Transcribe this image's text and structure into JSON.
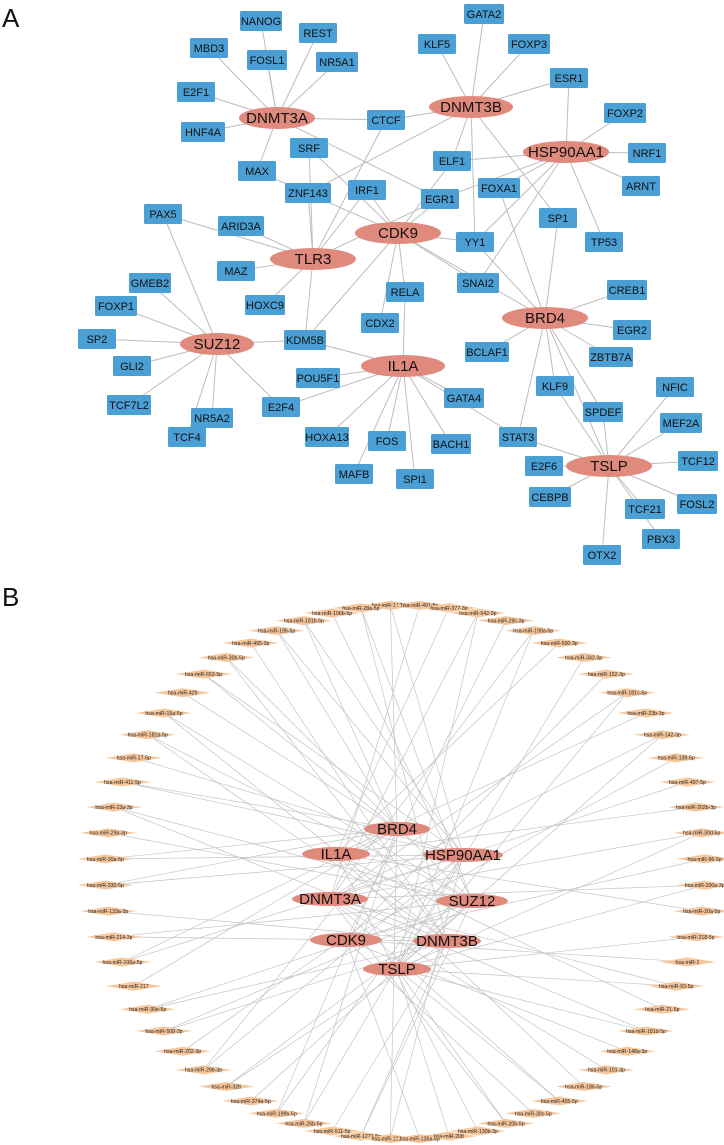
{
  "panels": [
    {
      "label": "A"
    },
    {
      "label": "B"
    }
  ],
  "colors": {
    "hub": "#e08a7d",
    "tf": "#4a9fd4",
    "mirna": "#f7c79b",
    "edge": "#bdbdbd"
  },
  "networkA": {
    "hubs": [
      "DNMT3A",
      "DNMT3B",
      "HSP90AA1",
      "CDK9",
      "TLR3",
      "BRD4",
      "SUZ12",
      "IL1A",
      "TSLP"
    ],
    "tfs": [
      "NANOG",
      "GATA2",
      "REST",
      "MBD3",
      "FOSL1",
      "NR5A1",
      "KLF5",
      "FOXP3",
      "E2F1",
      "ESR1",
      "HNF4A",
      "CTCF",
      "FOXP2",
      "NRF1",
      "SRF",
      "MAX",
      "ELF1",
      "ARNT",
      "ZNF143",
      "EGR1",
      "FOXA1",
      "IRF1",
      "PAX5",
      "ARID3A",
      "YY1",
      "SP1",
      "TP53",
      "MAZ",
      "SNAI2",
      "GMEB2",
      "RELA",
      "CREB1",
      "HOXC9",
      "FOXP1",
      "CDX2",
      "EGR2",
      "KDM5B",
      "SP2",
      "ZBTB7A",
      "BCLAF1",
      "GLI2",
      "POU5F1",
      "NFIC",
      "KLF9",
      "TCF7L2",
      "E2F4",
      "GATA4",
      "MEF2A",
      "SPDEF",
      "NR5A2",
      "TCF4",
      "HOXA13",
      "FOS",
      "BACH1",
      "STAT3",
      "TCF12",
      "MAFB",
      "SPI1",
      "E2F6",
      "FOSL2",
      "TCF21",
      "CEBPB",
      "PBX3",
      "OTX2"
    ]
  },
  "networkB": {
    "hubs": [
      "BRD4",
      "IL1A",
      "HSP90AA1",
      "DNMT3A",
      "SUZ12",
      "CDK9",
      "DNMT3B",
      "TSLP"
    ],
    "mirnas": [
      "hsa-miR-144-3p",
      "hsa-miR-491-5p",
      "hsa-miR-28a-5p",
      "hsa-miR-377-3p",
      "hsa-miR-106b-5p",
      "hsa-miR-542-3p",
      "hsa-miR-181b-5p",
      "hsa-miR-29c-3p",
      "hsa-miR-195-5p",
      "hsa-miR-199a-5p",
      "hsa-miR-495-3p",
      "hsa-miR-590-3p",
      "hsa-miR-30b-5p",
      "hsa-miR-342-3p",
      "hsa-miR-653-5p",
      "hsa-miR-152-3p",
      "hsa-miR-429",
      "hsa-miR-181c-5p",
      "hsa-miR-15a-5p",
      "hsa-miR-23b-3p",
      "hsa-miR-181a-5p",
      "hsa-miR-142-3p",
      "hsa-miR-17-5p",
      "hsa-miR-139-5p",
      "hsa-miR-411-5p",
      "hsa-miR-497-5p",
      "hsa-miR-23a-3p",
      "hsa-miR-302b-3p",
      "hsa-miR-29a-3p",
      "hsa-miR-30d-5p",
      "hsa-miR-30a-5p",
      "hsa-miR-96-5p",
      "hsa-miR-330-5p",
      "hsa-miR-200a-3p",
      "hsa-miR-133a-3p",
      "hsa-miR-20a-5p",
      "hsa-miR-214-3p",
      "hsa-miR-218-5p",
      "hsa-miR-106a-5p",
      "hsa-miR-1",
      "hsa-miR-217",
      "hsa-miR-93-5p",
      "hsa-miR-30e-5p",
      "hsa-miR-21-5p",
      "hsa-miR-508-3p",
      "hsa-miR-181d-5p",
      "hsa-miR-202-3p",
      "hsa-miR-148a-3p",
      "hsa-miR-29b-3p",
      "hsa-miR-101-3p",
      "hsa-miR-326",
      "hsa-miR-186-5p",
      "hsa-miR-374a-5p",
      "hsa-miR-455-5p",
      "hsa-miR-199b-5p",
      "hsa-miR-30c-5p",
      "hsa-miR-26b-5p",
      "hsa-miR-20b-5p",
      "hsa-miR-511-5p",
      "hsa-miR-130b-3p",
      "hsa-miR-1271-5p",
      "hsa-miR-208",
      "hsa-miR-19b-3p",
      "hsa-miR-135a-5p"
    ]
  }
}
